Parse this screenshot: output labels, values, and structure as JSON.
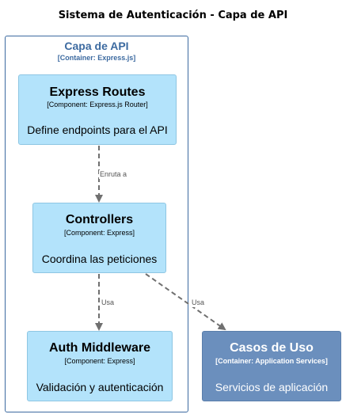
{
  "title": "Sistema de Autenticación - Capa de API",
  "boundary": {
    "label": "Capa de API",
    "technology": "[Container: Express.js]"
  },
  "components": [
    {
      "name": "Express Routes",
      "technology": "[Component: Express.js Router]",
      "description": "Define endpoints para el API"
    },
    {
      "name": "Controllers",
      "technology": "[Component: Express]",
      "description": "Coordina las peticiones"
    },
    {
      "name": "Auth Middleware",
      "technology": "[Component: Express]",
      "description": "Validación y autenticación"
    }
  ],
  "external": {
    "name": "Casos de Uso",
    "technology": "[Container: Application Services]",
    "description": "Servicios de aplicación"
  },
  "relations": [
    {
      "from": "Express Routes",
      "to": "Controllers",
      "label": "Enruta a"
    },
    {
      "from": "Controllers",
      "to": "Auth Middleware",
      "label": "Usa"
    },
    {
      "from": "Controllers",
      "to": "Casos de Uso",
      "label": "Usa"
    }
  ],
  "colors": {
    "component_fill": "#b3e3fb",
    "external_fill": "#6b8fbd",
    "boundary_stroke": "#3c6aa0",
    "edge": "#707070"
  }
}
